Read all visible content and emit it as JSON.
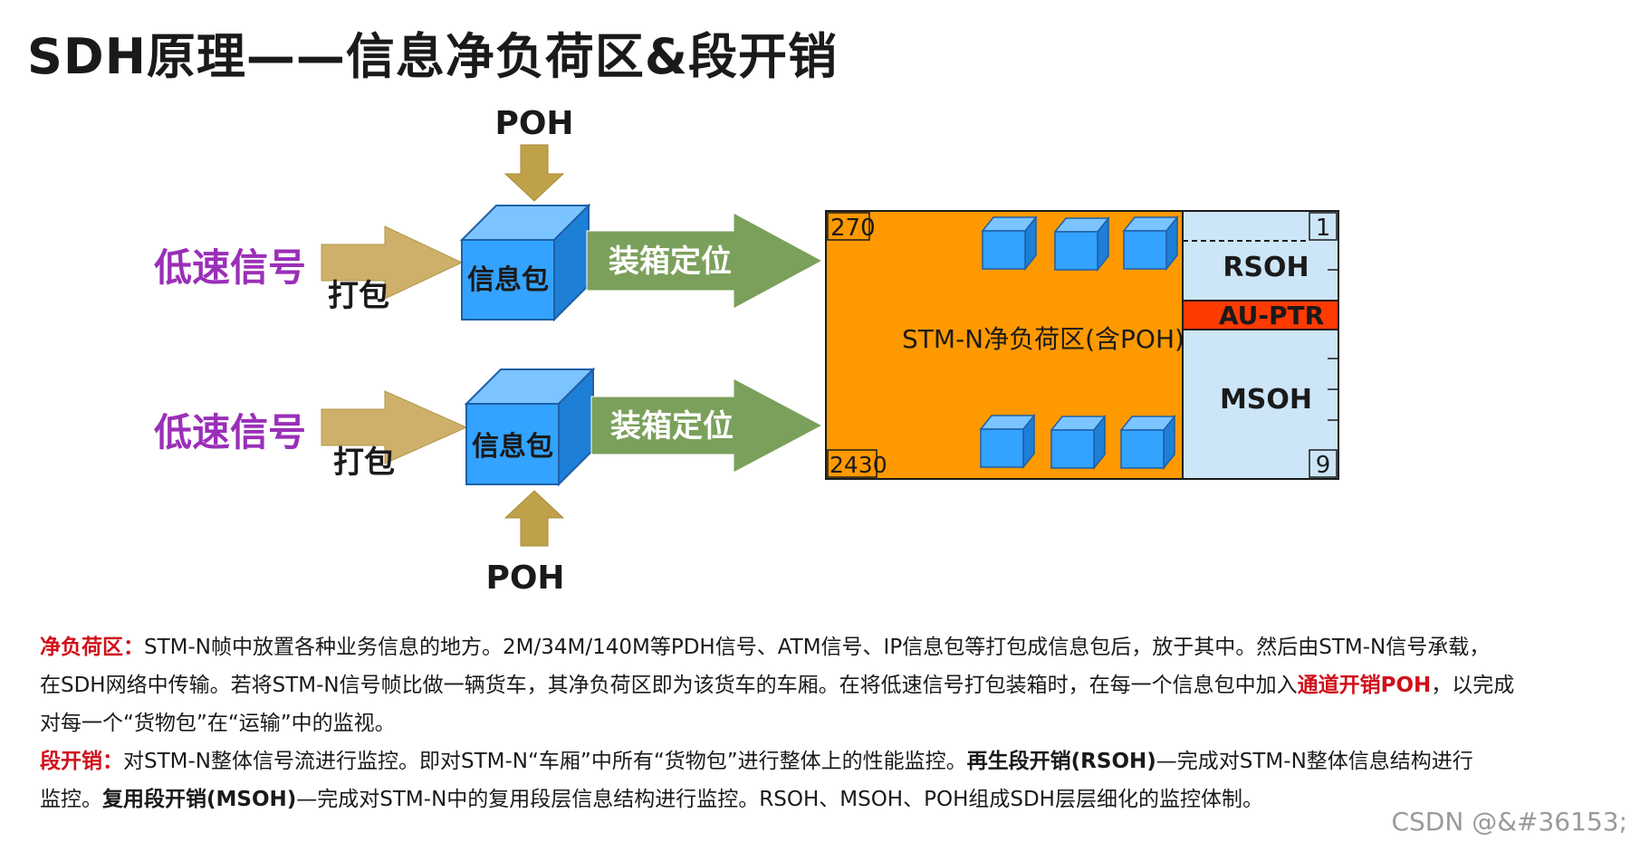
{
  "title": "SDH原理——信息净负荷区&段开销",
  "diagram": {
    "poh_top": "POH",
    "poh_bottom": "POH",
    "signal_label": "低速信号",
    "pack_label": "打包",
    "packet_label": "信息包",
    "box_arrow_label": "装箱定位",
    "payload_label": "STM-N净负荷区(含POH)",
    "corner_270": "270",
    "corner_2430": "2430",
    "row_1": "1",
    "row_9": "9",
    "rsoh": "RSOH",
    "au_ptr": "AU-PTR",
    "msoh": "MSOH",
    "colors": {
      "payload_orange": "#ff9900",
      "cube_blue": "#33a3ff",
      "arrow_green": "#7ba05b",
      "arrow_tan": "#bfa14a",
      "purple_text": "#9a2fb8",
      "oh_light_blue": "#cce6f7",
      "au_ptr_red": "#ff3a00"
    }
  },
  "text": {
    "p1_label": "净负荷区：",
    "p1_line1": "STM-N帧中放置各种业务信息的地方。2M/34M/140M等PDH信号、ATM信号、IP信息包等打包成信息包后，放于其中。然后由STM-N信号承载，",
    "p1_line2a": "在SDH网络中传输。若将STM-N信号帧比做一辆货车，其净负荷区即为该货车的车厢。在将低速信号打包装箱时，在每一个信息包中加入",
    "p1_line2_red": "通道开销POH",
    "p1_line2b": "，以完成",
    "p1_line3": "对每一个“货物包”在“运输”中的监视。",
    "p2_label": "段开销：",
    "p2_line1a": "对STM-N整体信号流进行监控。即对STM-N“车厢”中所有“货物包”进行整体上的性能监控。",
    "p2_line1_bold": "再生段开销(RSOH)",
    "p2_line1b": "—完成对STM-N整体信息结构进行",
    "p2_line2a": "监控。",
    "p2_line2_bold": "复用段开销(MSOH)",
    "p2_line2b": "—完成对STM-N中的复用段层信息结构进行监控。RSOH、MSOH、POH组成SDH层层细化的监控体制。"
  },
  "watermark": "CSDN @&#36153;"
}
